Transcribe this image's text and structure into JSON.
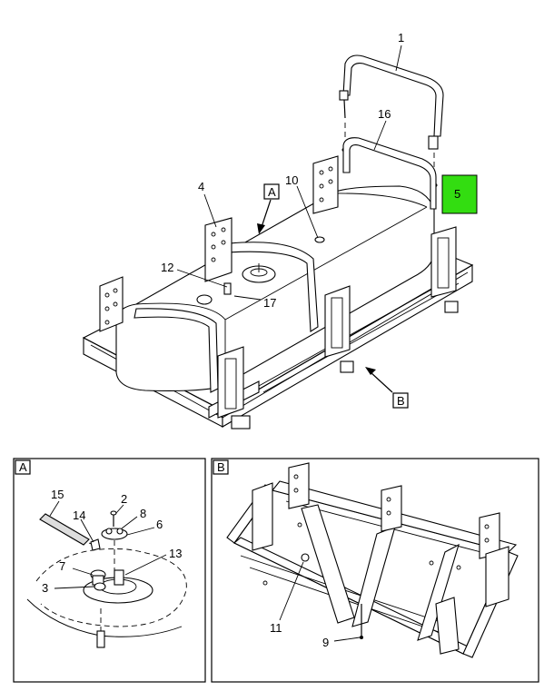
{
  "highlight_color": "#33dd11",
  "main_view": {
    "callouts": [
      "1",
      "16",
      "10",
      "4",
      "5",
      "12",
      "17"
    ],
    "view_markers": [
      "A",
      "B"
    ]
  },
  "detail_a": {
    "panel_label": "A",
    "callouts": [
      "15",
      "2",
      "14",
      "8",
      "6",
      "13",
      "7",
      "3"
    ]
  },
  "detail_b": {
    "panel_label": "B",
    "callouts": [
      "11",
      "9"
    ]
  }
}
